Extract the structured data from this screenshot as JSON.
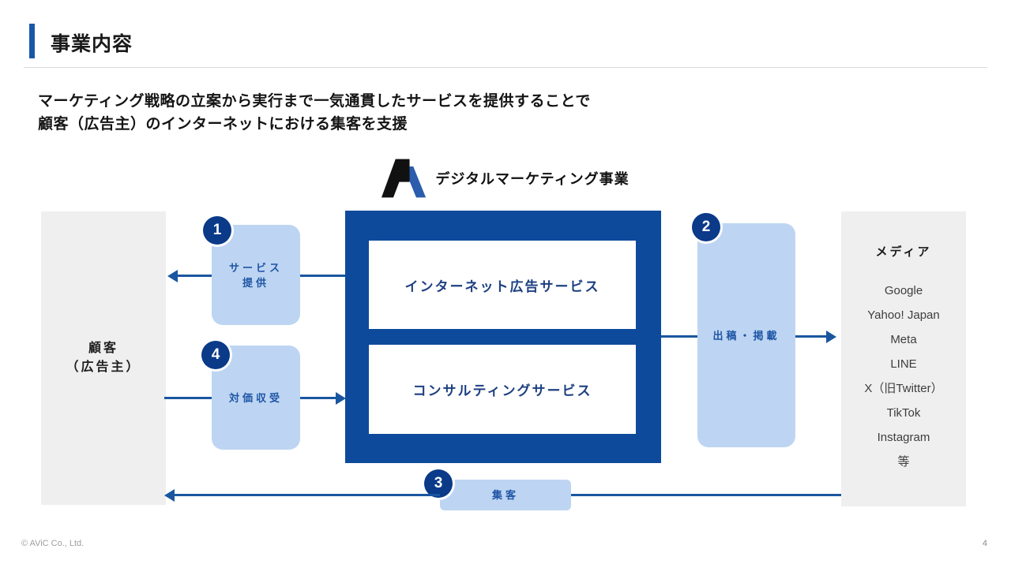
{
  "slide": {
    "title": "事業内容",
    "subtitle_line1": "マーケティング戦略の立案から実行まで一気通貫したサービスを提供することで",
    "subtitle_line2": "顧客（広告主）のインターネットにおける集客を支援",
    "footer_left": "© AViC Co., Ltd.",
    "page_number": "4"
  },
  "diagram": {
    "heading": "デジタルマーケティング事業",
    "customer": {
      "line1": "顧客",
      "line2": "（広告主）"
    },
    "services": [
      "インターネット広告サービス",
      "コンサルティングサービス"
    ],
    "flow1": {
      "num": "1",
      "line1": "サービス",
      "line2": "提供"
    },
    "flow2": {
      "num": "2",
      "label": "出稿・掲載"
    },
    "flow3": {
      "num": "3",
      "label": "集客"
    },
    "flow4": {
      "num": "4",
      "label": "対価収受"
    },
    "media": {
      "title": "メディア",
      "items": [
        "Google",
        "Yahoo! Japan",
        "Meta",
        "LINE",
        "X（旧Twitter）",
        "TikTok",
        "Instagram",
        "等"
      ]
    }
  },
  "colors": {
    "accent_navy": "#0d4a9c",
    "circle_navy": "#0a3a88",
    "arrow_blue": "#1a569f",
    "light_blue": "#bdd5f2",
    "title_bar_blue": "#1b57a8",
    "gray_panel": "#efefef",
    "logo_black": "#111111",
    "logo_blue": "#2b5cad"
  }
}
